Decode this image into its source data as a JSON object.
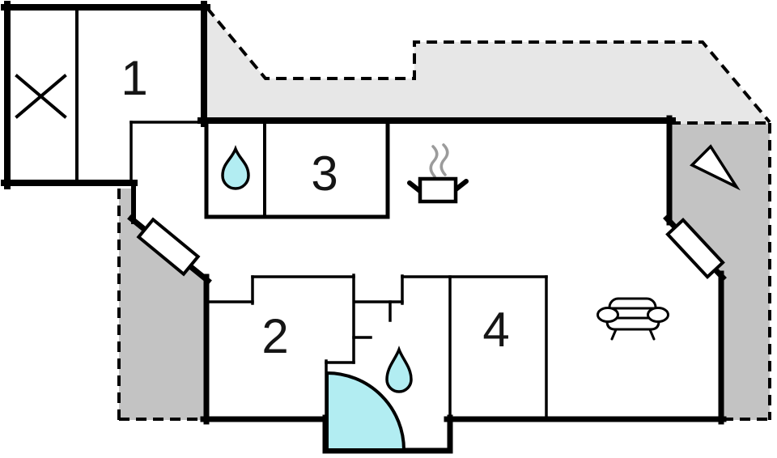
{
  "plan_type": "apartment-floor-plan",
  "colors": {
    "wall": "#000000",
    "terrace_light": "#e7e7e7",
    "terrace_dark": "#c3c3c3",
    "water": "#b2edf2",
    "steam": "#9b9b9b",
    "floor": "#ffffff"
  },
  "plan": {
    "rooms": [
      {
        "id": "room-1",
        "label": "1"
      },
      {
        "id": "room-2",
        "label": "2"
      },
      {
        "id": "room-3",
        "label": "3"
      },
      {
        "id": "room-4",
        "label": "4"
      }
    ],
    "icons": [
      "cross-icon",
      "water-drop-icon",
      "water-drop-icon",
      "shower-quarter-icon",
      "cooking-pot-icon",
      "steam-icon",
      "sofa-icon",
      "door-leaf-icon",
      "door-leaf-icon",
      "triangle-marker-icon"
    ]
  }
}
